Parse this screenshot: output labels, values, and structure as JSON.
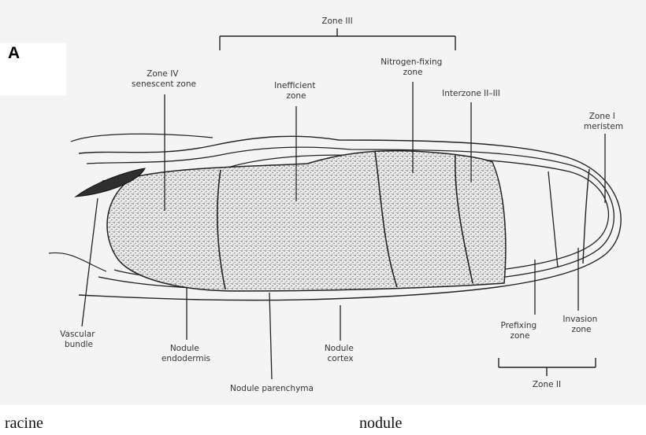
{
  "panel_letter": "A",
  "labels": {
    "zone_iii": "Zone III",
    "zone_iv_line1": "Zone IV",
    "zone_iv_line2": "senescent zone",
    "inefficient_line1": "Inefficient",
    "inefficient_line2": "zone",
    "nitrogen_line1": "Nitrogen-fixing",
    "nitrogen_line2": "zone",
    "interzone": "Interzone II–III",
    "zone_i_line1": "Zone I",
    "zone_i_line2": "meristem",
    "vascular_line1": "Vascular",
    "vascular_line2": "bundle",
    "endodermis_line1": "Nodule",
    "endodermis_line2": "endodermis",
    "parenchyma": "Nodule parenchyma",
    "cortex_line1": "Nodule",
    "cortex_line2": "cortex",
    "prefixing_line1": "Prefixing",
    "prefixing_line2": "zone",
    "invasion_line1": "Invasion",
    "invasion_line2": "zone",
    "zone_ii": "Zone II"
  },
  "captions": {
    "left": "racine",
    "right": "nodule"
  }
}
